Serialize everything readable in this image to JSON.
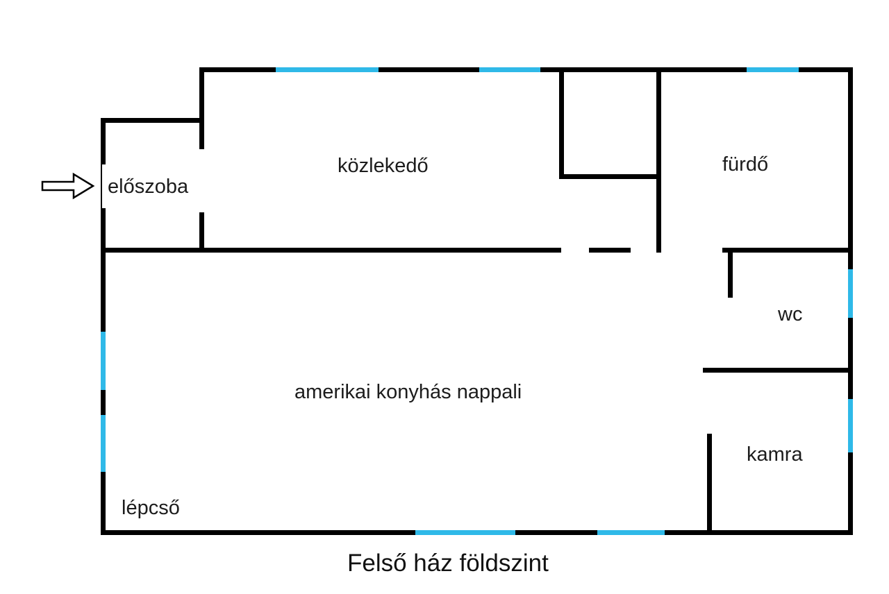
{
  "colors": {
    "wall": "#000000",
    "window": "#2fb9e8",
    "background": "#ffffff"
  },
  "floorplan": {
    "title": "Felső ház földszint",
    "rooms": [
      {
        "id": "eloszoba",
        "label": "előszoba"
      },
      {
        "id": "kozlekedo",
        "label": "közlekedő"
      },
      {
        "id": "furdo",
        "label": "fürdő"
      },
      {
        "id": "wc",
        "label": "wc"
      },
      {
        "id": "nappali",
        "label": "amerikai konyhás nappali"
      },
      {
        "id": "kamra",
        "label": "kamra"
      },
      {
        "id": "lepcso",
        "label": "lépcső"
      }
    ],
    "icons": {
      "entrance_arrow": "entrance-arrow-icon",
      "entrance_arrow_direction": "right"
    }
  }
}
